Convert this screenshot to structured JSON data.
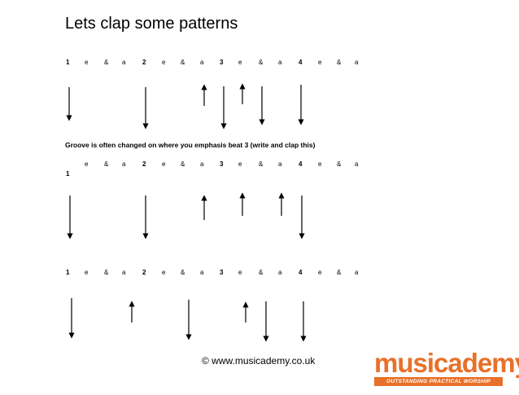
{
  "title": "Lets clap some patterns",
  "subtitle": "Groove is often changed on where you emphasis beat 3 (write and clap this)",
  "footer": "© www.musicademy.co.uk",
  "logo": {
    "word": "musicademy",
    "tagline": "OUTSTANDING PRACTICAL WORSHIP TRAINING",
    "color": "#e8702a"
  },
  "counts": [
    "1",
    "e",
    "&",
    "a",
    "2",
    "e",
    "&",
    "a",
    "3",
    "e",
    "&",
    "a",
    "4",
    "e",
    "&",
    "a"
  ],
  "patterns": [
    {
      "arrows": [
        {
          "dir": "down"
        },
        {
          "dir": "down"
        },
        {
          "dir": "up"
        },
        {
          "dir": "down"
        },
        {
          "dir": "up"
        },
        {
          "dir": "down"
        },
        {
          "dir": "down"
        }
      ]
    },
    {
      "arrows": [
        {
          "dir": "down"
        },
        {
          "dir": "down"
        },
        {
          "dir": "up"
        },
        {
          "dir": "up"
        },
        {
          "dir": "up"
        },
        {
          "dir": "down"
        }
      ]
    },
    {
      "arrows": [
        {
          "dir": "down"
        },
        {
          "dir": "up"
        },
        {
          "dir": "down"
        },
        {
          "dir": "up"
        },
        {
          "dir": "down"
        },
        {
          "dir": "down"
        }
      ]
    }
  ]
}
